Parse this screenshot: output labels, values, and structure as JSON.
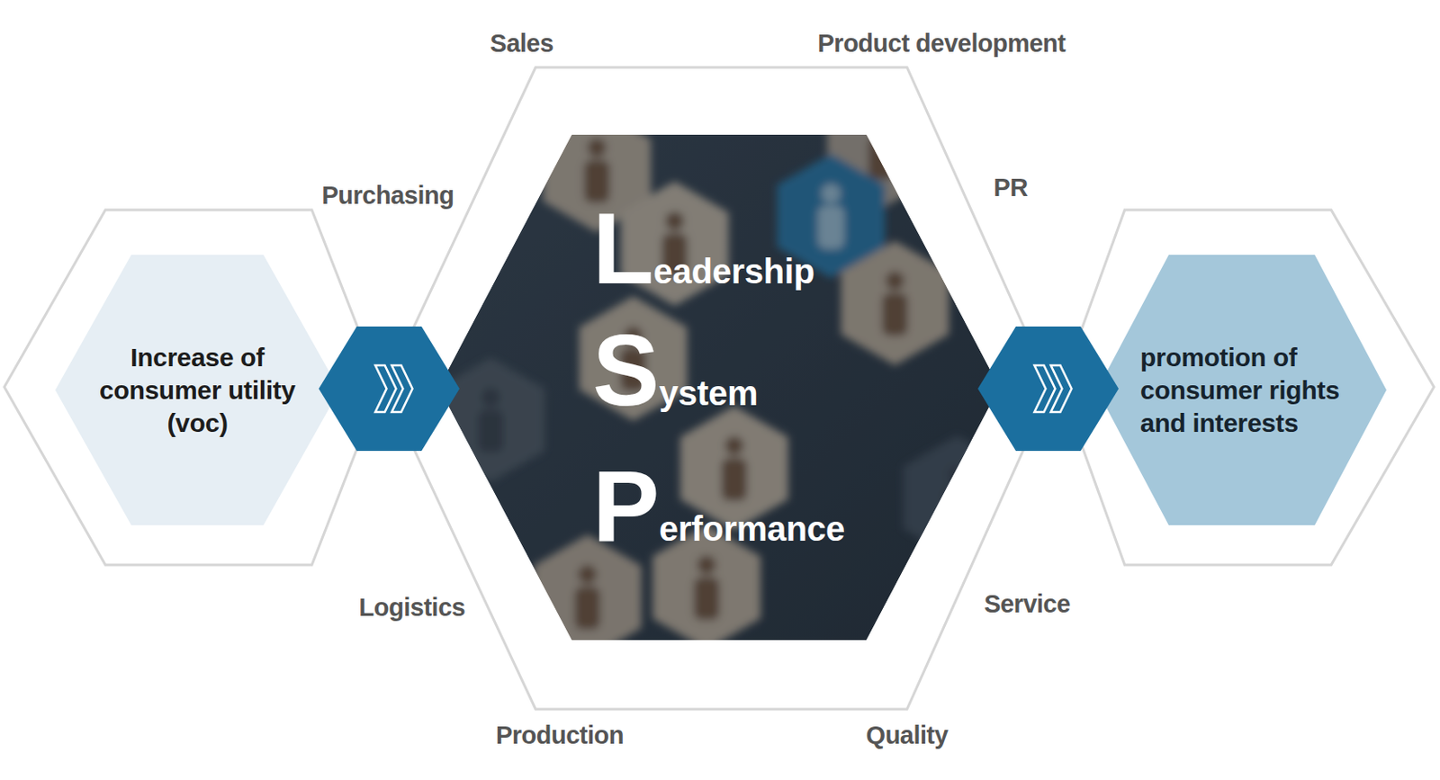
{
  "diagram": {
    "nodes": [
      {
        "text": [
          "Increase of consumer utility (voc)"
        ]
      },
      {
        "text": [
          "Leadership",
          "System",
          "Performance"
        ]
      },
      {
        "text": [
          "promotion of consumer rights and interests"
        ]
      }
    ],
    "edges": [
      {
        "from": 0,
        "to": 1,
        "arrow": "to"
      },
      {
        "from": 1,
        "to": 2,
        "arrow": "to"
      }
    ],
    "labels": [
      "Sales",
      "Product development",
      "Purchasing",
      "PR",
      "Logistics",
      "Service",
      "Production",
      "Quality"
    ]
  }
}
